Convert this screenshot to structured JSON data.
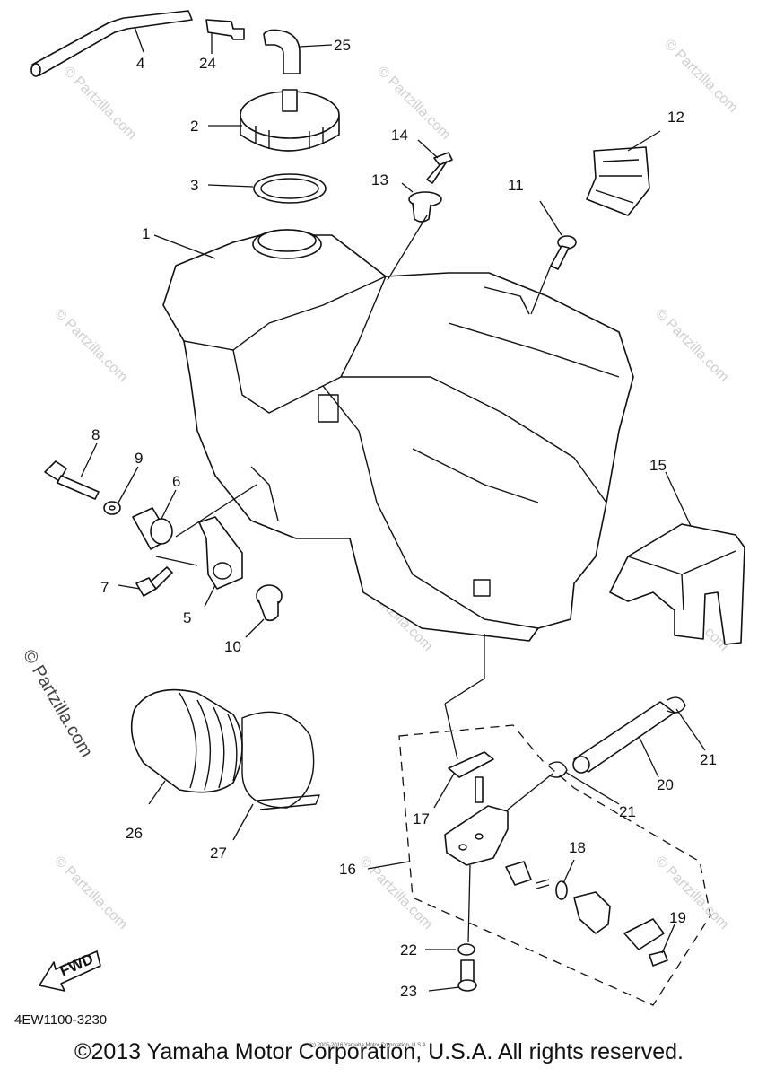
{
  "watermark": "© Partzilla.com",
  "diagram_code": "4EW1100-3230",
  "footer_copyright": "©2013 Yamaha Motor Corporation, U.S.A. All rights reserved.",
  "footer_small": "(c) 2005-2016 Yamaha Motor Corporation, U.S.A.",
  "fwd_label": "FWD",
  "part_labels": [
    "1",
    "2",
    "3",
    "4",
    "5",
    "6",
    "7",
    "8",
    "9",
    "10",
    "11",
    "12",
    "13",
    "14",
    "15",
    "16",
    "17",
    "18",
    "19",
    "20",
    "21",
    "21",
    "22",
    "23",
    "24",
    "25",
    "26",
    "27"
  ]
}
